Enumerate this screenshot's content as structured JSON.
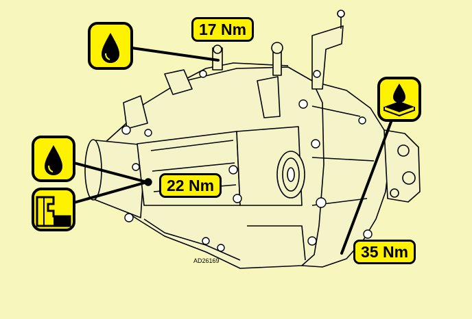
{
  "labels": {
    "torque_top": "17 Nm",
    "torque_mid": "22 Nm",
    "torque_bottom": "35 Nm"
  },
  "reference_code": "AD26169",
  "icons": [
    "oil-drop-icon",
    "oil-drop-icon",
    "sealant-icon",
    "drain-plug-icon"
  ],
  "colors": {
    "background": "#f7f7bd",
    "badge_fill": "#fff200",
    "outline": "#000000",
    "housing_fill": "#f4f4c8"
  }
}
